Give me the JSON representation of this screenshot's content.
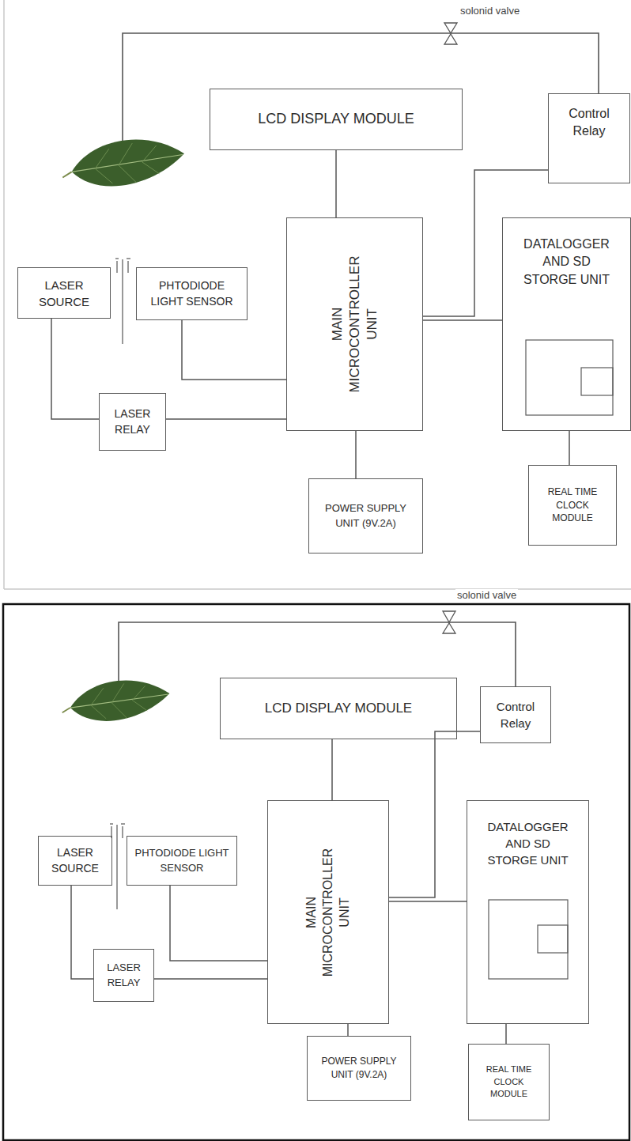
{
  "diagram": {
    "nodes": [
      {
        "text": [
          "LCD DISPLAY MODULE"
        ]
      },
      {
        "text": [
          "Control Relay"
        ]
      },
      {
        "text": [
          "MAIN MICROCONTROLLER UNIT"
        ]
      },
      {
        "text": [
          "DATALOGGER AND SD STORGE UNIT"
        ]
      },
      {
        "text": [
          "LASER SOURCE"
        ]
      },
      {
        "text": [
          "PHTODIODE LIGHT SENSOR"
        ]
      },
      {
        "text": [
          "LASER RELAY"
        ]
      },
      {
        "text": [
          "POWER SUPPLY UNIT (9V.2A)"
        ]
      },
      {
        "text": [
          "REAL TIME CLOCK MODULE"
        ]
      },
      {
        "text": [
          "LCD DISPLAY MODULE"
        ]
      },
      {
        "text": [
          "Control Relay"
        ]
      },
      {
        "text": [
          "MAIN MICROCONTROLLER UNIT"
        ]
      },
      {
        "text": [
          "DATALOGGER AND SD STORGE UNIT"
        ]
      },
      {
        "text": [
          "LASER SOURCE"
        ]
      },
      {
        "text": [
          "PHTODIODE LIGHT SENSOR"
        ]
      },
      {
        "text": [
          "LASER RELAY"
        ]
      },
      {
        "text": [
          "POWER SUPPLY UNIT (9V.2A)"
        ]
      },
      {
        "text": [
          "REAL TIME CLOCK MODULE"
        ]
      }
    ],
    "edges": [
      {
        "from": 0,
        "to": 2,
        "arrow": "none"
      },
      {
        "from": 1,
        "to": 2,
        "arrow": "none"
      },
      {
        "from": 2,
        "to": 3,
        "arrow": "none"
      },
      {
        "from": 5,
        "to": 2,
        "arrow": "none"
      },
      {
        "from": 4,
        "to": 6,
        "arrow": "none"
      },
      {
        "from": 6,
        "to": 2,
        "arrow": "none"
      },
      {
        "from": 2,
        "to": 7,
        "arrow": "none"
      },
      {
        "from": 3,
        "to": 8,
        "arrow": "none"
      },
      {
        "from": 9,
        "to": 11,
        "arrow": "none"
      },
      {
        "from": 10,
        "to": 11,
        "arrow": "none"
      },
      {
        "from": 11,
        "to": 12,
        "arrow": "none"
      },
      {
        "from": 14,
        "to": 11,
        "arrow": "none"
      },
      {
        "from": 13,
        "to": 15,
        "arrow": "none"
      },
      {
        "from": 15,
        "to": 11,
        "arrow": "none"
      },
      {
        "from": 11,
        "to": 16,
        "arrow": "none"
      },
      {
        "from": 12,
        "to": 17,
        "arrow": "none"
      }
    ],
    "labels": [
      "solonid valve",
      "solonid valve"
    ]
  }
}
